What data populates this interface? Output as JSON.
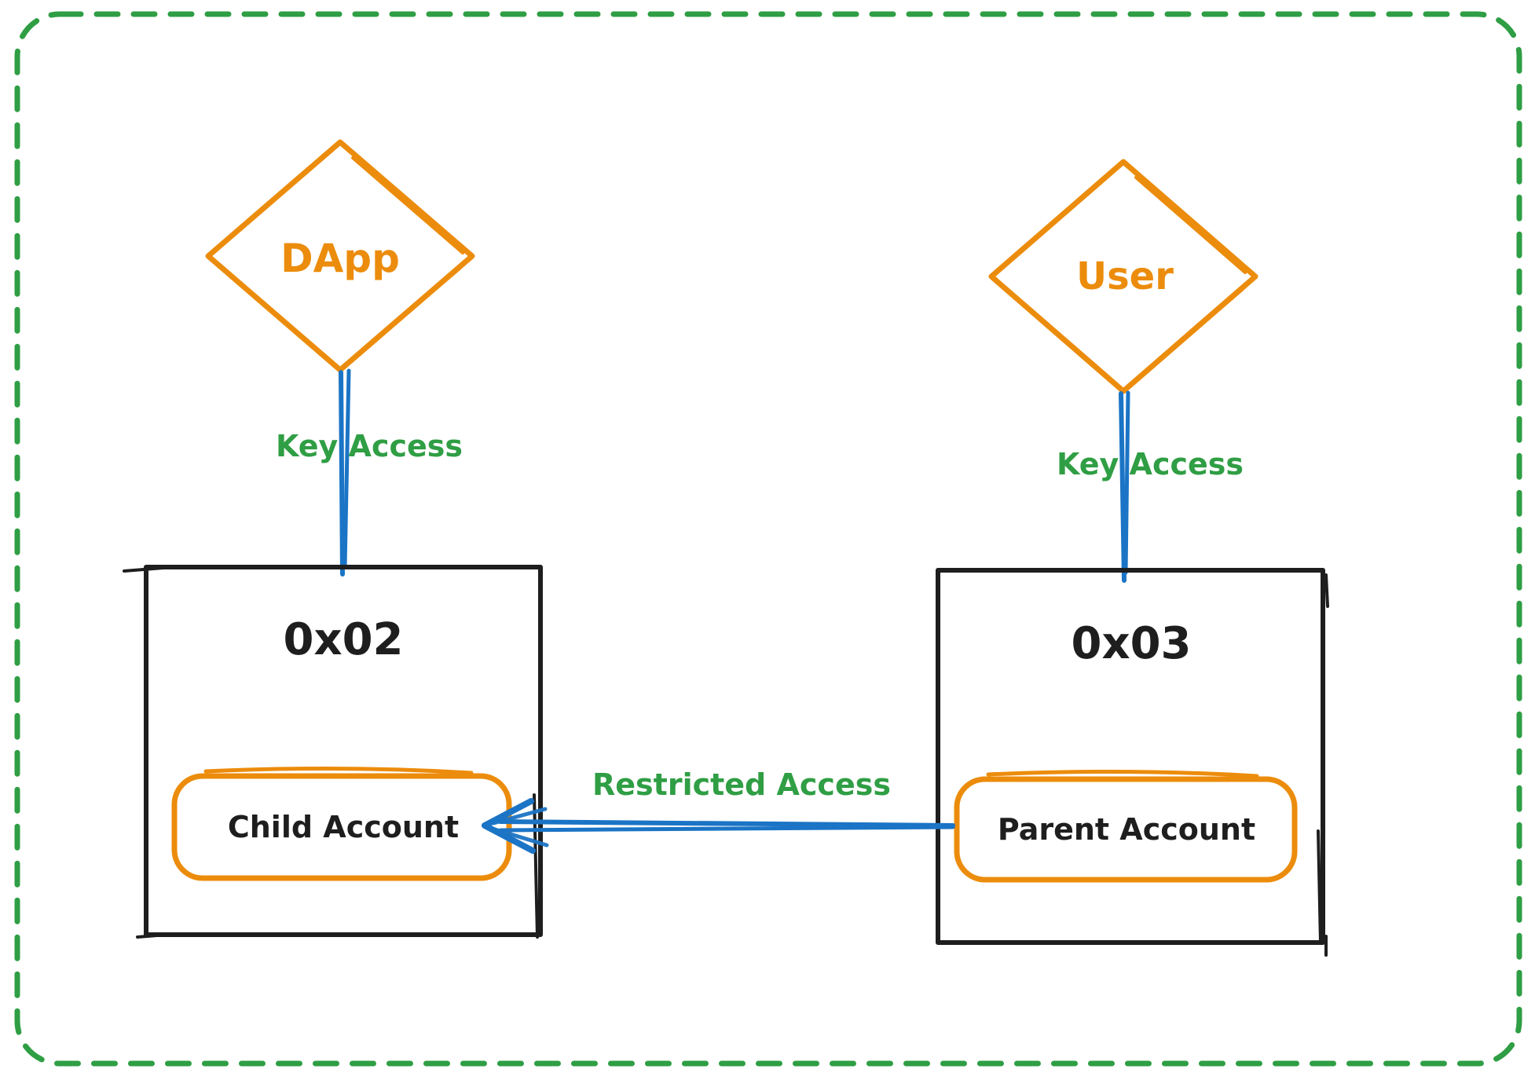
{
  "colors": {
    "orange": "#ec8c0c",
    "hatch": "#ffd98c",
    "hatch_light": "#ffedc9",
    "green": "#2f9e44",
    "blue": "#1b74c5",
    "ink": "#1e1e1e",
    "bg": "#ffffff"
  },
  "nodes": {
    "dapp": {
      "label": "DApp"
    },
    "user": {
      "label": "User"
    },
    "child_wallet": {
      "address": "0x02",
      "account_label": "Child Account"
    },
    "parent_wallet": {
      "address": "0x03",
      "account_label": "Parent Account"
    }
  },
  "edges": {
    "dapp_key": {
      "label": "Key Access"
    },
    "user_key": {
      "label": "Key Access"
    },
    "restricted": {
      "label": "Restricted Access"
    }
  }
}
